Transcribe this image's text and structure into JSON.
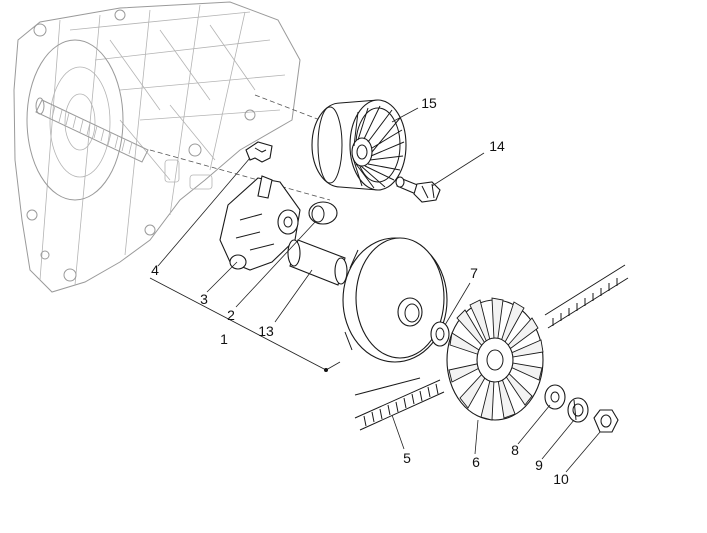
{
  "callouts": {
    "c1": "1",
    "c2": "2",
    "c3": "3",
    "c4": "4",
    "c5": "5",
    "c6": "6",
    "c7": "7",
    "c8": "8",
    "c9": "9",
    "c10": "10",
    "c13": "13",
    "c14": "14",
    "c15": "15"
  }
}
